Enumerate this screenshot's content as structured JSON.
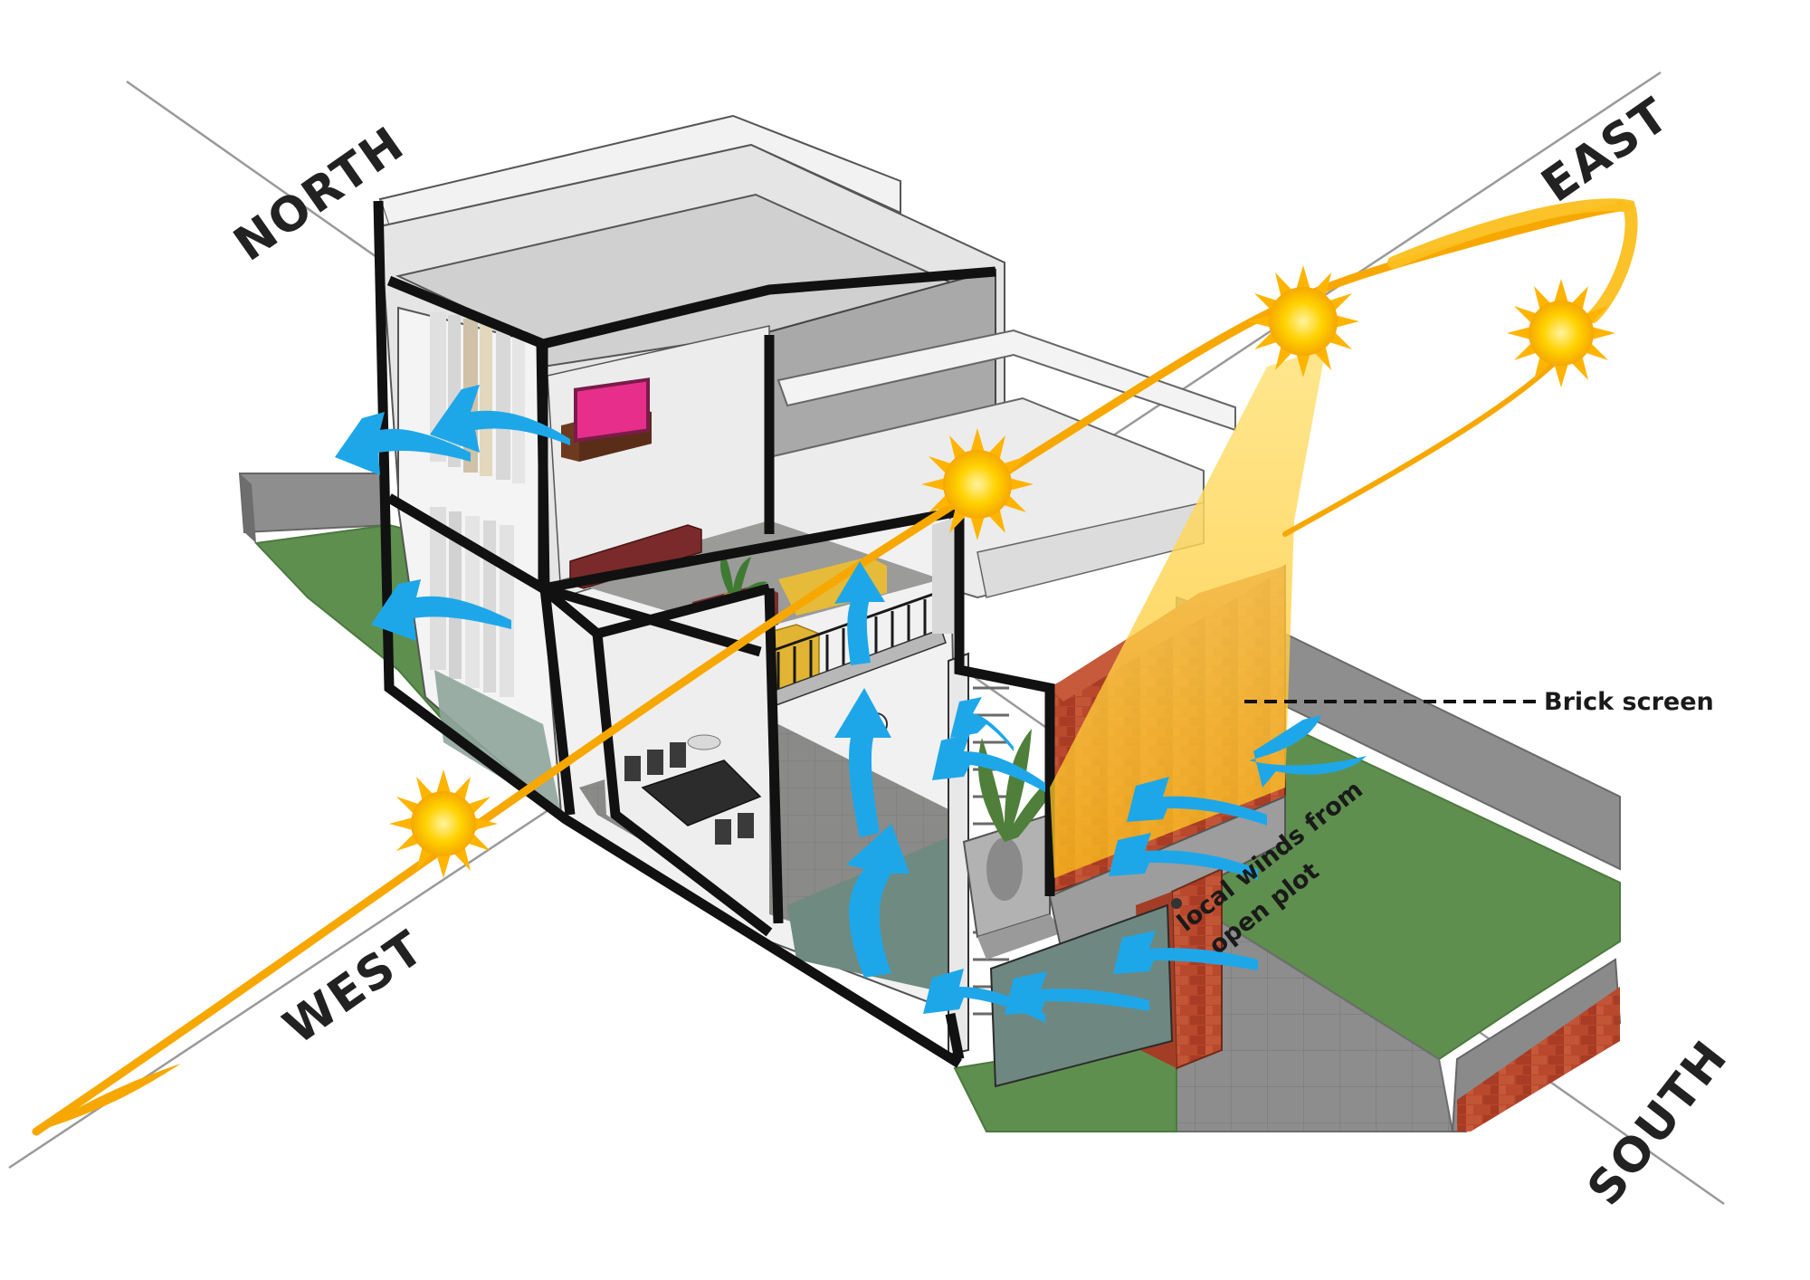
{
  "compass": {
    "north": "NORTH",
    "east": "EAST",
    "west": "WEST",
    "south": "SOUTH"
  },
  "annotations": {
    "brick_screen": "Brick screen",
    "local_winds_line1": "local winds from",
    "local_winds_line2": "open plot"
  },
  "colors": {
    "sun_path": "#f7a800",
    "sun": "#ffc800",
    "sun_beam": "#ffd54a",
    "wind_arrow": "#1ea7e8",
    "lawn": "#5e8f4e",
    "brick": "#b5452b",
    "wall_section": "#111111",
    "concrete": "#8c8c8c",
    "tv_screen": "#e62e8a"
  },
  "icons": [
    "sun-icon",
    "wind-arrow-icon",
    "compass-axis-line"
  ]
}
